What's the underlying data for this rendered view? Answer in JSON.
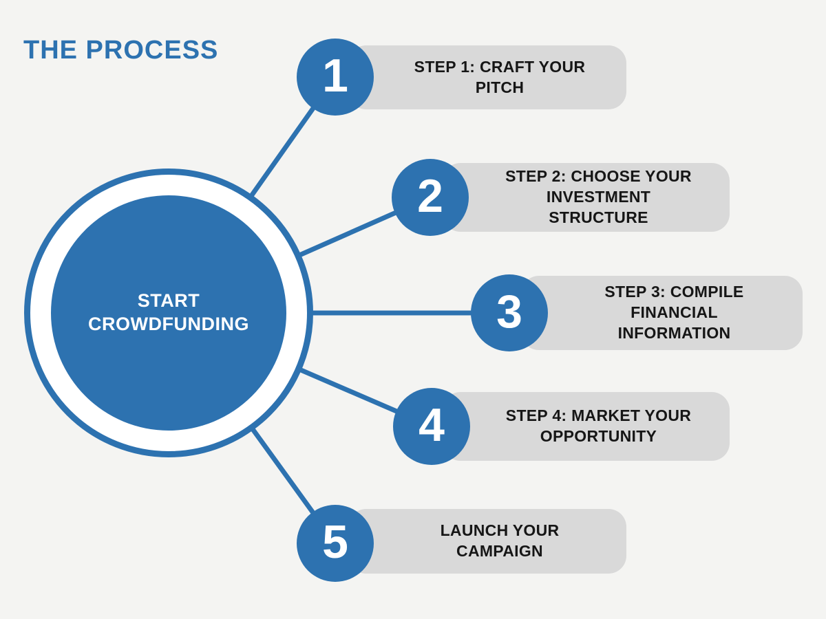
{
  "title": "THE PROCESS",
  "colors": {
    "accent_blue": "#2d72b0",
    "pill_gray": "#d9d9d9",
    "background": "#f4f4f2",
    "pill_text": "#161616",
    "hub_text": "#ffffff"
  },
  "hub": {
    "label": "START\nCROWDFUNDING"
  },
  "steps": [
    {
      "number": "1",
      "label": "STEP 1: CRAFT YOUR\nPITCH"
    },
    {
      "number": "2",
      "label": "STEP 2: CHOOSE YOUR\nINVESTMENT\nSTRUCTURE"
    },
    {
      "number": "3",
      "label": "STEP 3: COMPILE\nFINANCIAL\nINFORMATION"
    },
    {
      "number": "4",
      "label": "STEP 4: MARKET YOUR\nOPPORTUNITY"
    },
    {
      "number": "5",
      "label": "LAUNCH YOUR\nCAMPAIGN"
    }
  ]
}
